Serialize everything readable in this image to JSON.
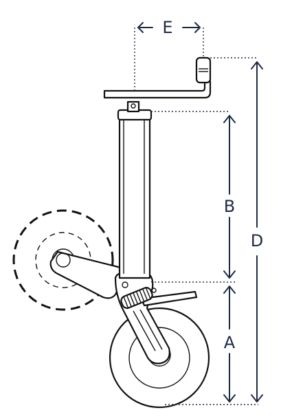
{
  "dimensions": {
    "a": {
      "label": "A"
    },
    "b": {
      "label": "B"
    },
    "d": {
      "label": "D"
    },
    "e": {
      "label": "E"
    }
  },
  "colors": {
    "dimension": "#1d2a44",
    "outline": "#111111"
  }
}
